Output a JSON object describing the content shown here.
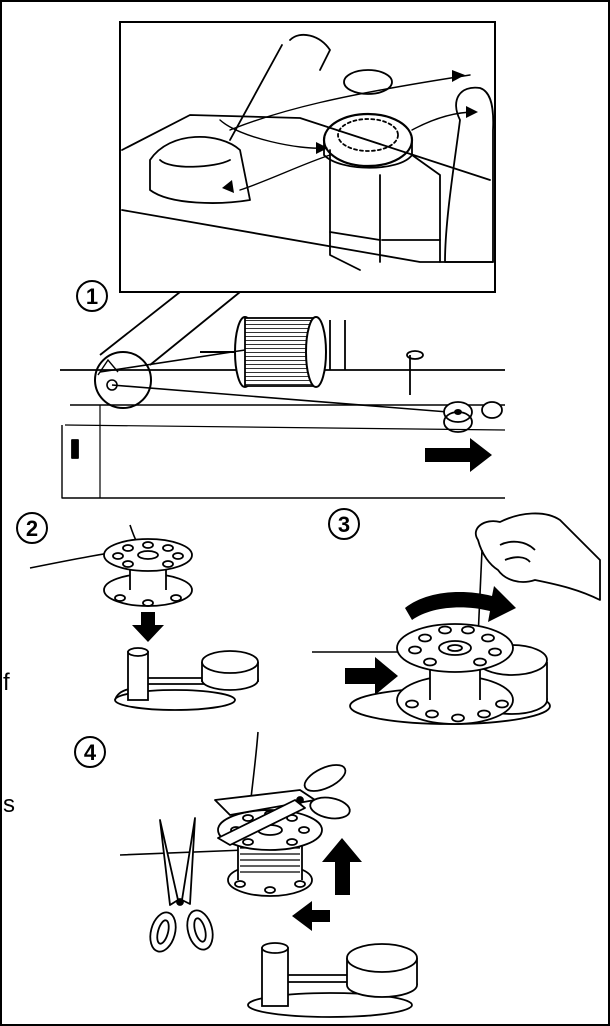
{
  "steps": [
    {
      "number": "1",
      "name": "thread-through-guide"
    },
    {
      "number": "2",
      "name": "place-bobbin-on-spindle"
    },
    {
      "number": "3",
      "name": "wind-thread-on-bobbin"
    },
    {
      "number": "4",
      "name": "cut-thread-and-remove"
    }
  ],
  "margin_text": {
    "fragment_1": "f",
    "fragment_2": "s"
  },
  "colors": {
    "ink": "#000000",
    "paper": "#ffffff",
    "shade": "#bdbdbd"
  },
  "icons": [
    "thread-guide-icon",
    "spool-icon",
    "bobbin-icon",
    "spindle-icon",
    "arrow-icon",
    "scissors-icon",
    "hand-icon"
  ]
}
